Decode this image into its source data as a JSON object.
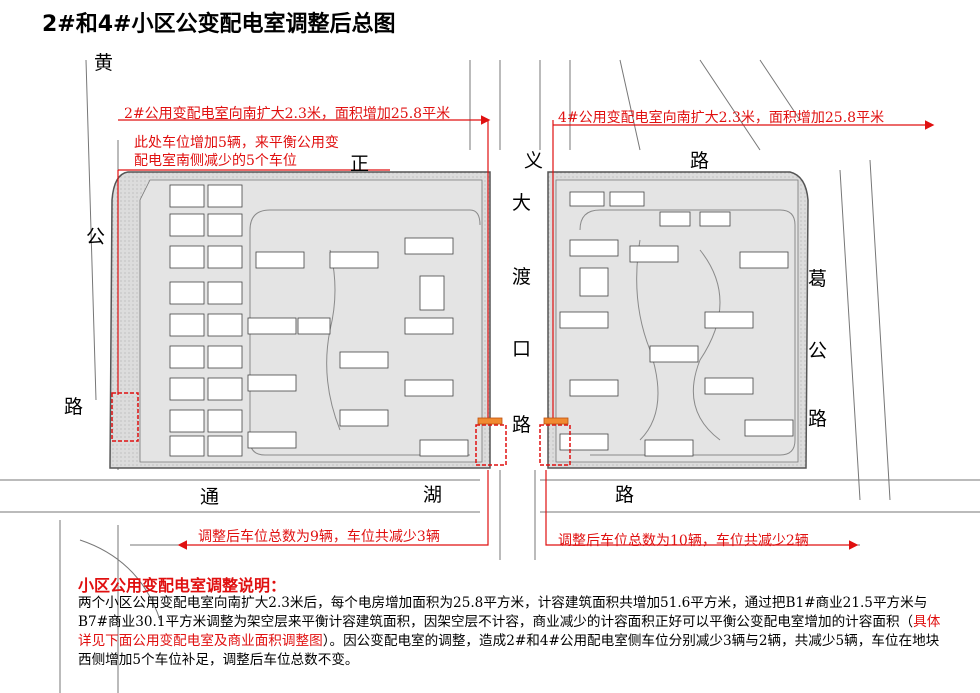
{
  "title": "2#和4#小区公变配电室调整后总图",
  "annotations": {
    "left_top": "2#公用变配电室向南扩大2.3米，面积增加25.8平米",
    "left_mid_1": "此处车位增加5辆，来平衡公用变",
    "left_mid_2": "配电室南侧减少的5个车位",
    "right_top": "4#公用变配电室向南扩大2.3米，面积增加25.8平米",
    "left_bottom": "调整后车位总数为9辆，车位共减少3辆",
    "right_bottom": "调整后车位总数为10辆，车位共减少2辆"
  },
  "roads": {
    "north": [
      "正",
      "义",
      "路"
    ],
    "center": [
      "大",
      "渡",
      "口",
      "路"
    ],
    "west": [
      "公",
      "路"
    ],
    "east": [
      "葛",
      "公",
      "路"
    ],
    "south": [
      "通",
      "湖",
      "路"
    ],
    "corner": "黄"
  },
  "description": {
    "heading": "小区公用变配电室调整说明：",
    "text_1": "两个小区公用变配电室向南扩大2.3米后，每个电房增加面积为25.8平方米，计容建筑面积共增加51.6平方米，通过把B1#商业21.5平方米与B7#商业30.1平方米调整为架空层来平衡计容建筑面积，因架空层不计容，商业减少的计容面积正好可以平衡公变配电室增加的计容面积（",
    "text_highlight": "具体详见下面公用变配电室及商业面积调整图",
    "text_2": "）。因公变配电室的调整，造成2#和4#公用配电室侧车位分别减少3辆与2辆，共减少5辆，车位在地块西侧增加5个车位补足，调整后车位总数不变。"
  },
  "colors": {
    "annotation": "#e01010",
    "site_fill": "#d8d8d8",
    "building_fill": "#ffffff",
    "line": "#555555"
  }
}
